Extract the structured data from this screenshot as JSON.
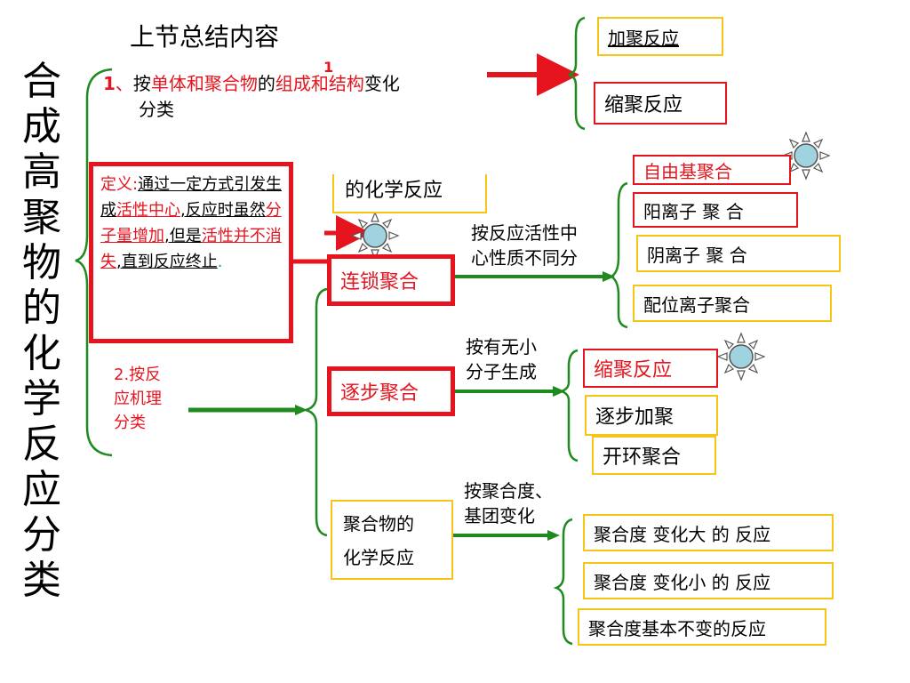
{
  "main_title": "合成高聚物的化学反应分类",
  "summary_title": "上节总结内容",
  "cat1": {
    "num": "1",
    "sep": "、",
    "p1": "按",
    "p2": "单体和聚合物",
    "p3": "的",
    "p4": "组成和结构",
    "p5": "变化",
    "line2": "分类",
    "stray_mark": "1"
  },
  "cat1_results": [
    "加聚反应",
    "缩聚反应"
  ],
  "definition": {
    "label": "定义:",
    "seg1": "通过一定方式引发生成",
    "seg2": "活性中心",
    "seg3": ",反应时虽然",
    "seg4": "分子量增加",
    "seg5": ",但是",
    "seg6": "活性并不消失",
    "seg7": ",直到反应终止",
    "seg8": "."
  },
  "partial_label": "的化学反应",
  "cat2": {
    "line1": "2.按反",
    "line2": "应机理",
    "line3": "分类"
  },
  "chain": {
    "label": "连锁聚合",
    "criterion_line1": "按反应活性中",
    "criterion_line2": "心性质不同分",
    "items": [
      "自由基聚合",
      "阳离子 聚 合",
      "阴离子 聚 合",
      "配位离子聚合"
    ]
  },
  "step": {
    "label": "逐步聚合",
    "criterion_line1": "按有无小",
    "criterion_line2": "分子生成",
    "items": [
      "缩聚反应",
      "逐步加聚",
      "开环聚合"
    ]
  },
  "polymer": {
    "label_line1": "聚合物的",
    "label_line2": "化学反应",
    "criterion_line1": "按聚合度、",
    "criterion_line2": "基团变化",
    "items": [
      "聚合度 变化大 的  反应",
      "聚合度 变化小 的  反应",
      "聚合度基本不变的反应"
    ]
  },
  "colors": {
    "red": "#e6141e",
    "green": "#1f8a1f",
    "yellow": "#f5c518",
    "sun_fill": "#9fd3e0"
  }
}
